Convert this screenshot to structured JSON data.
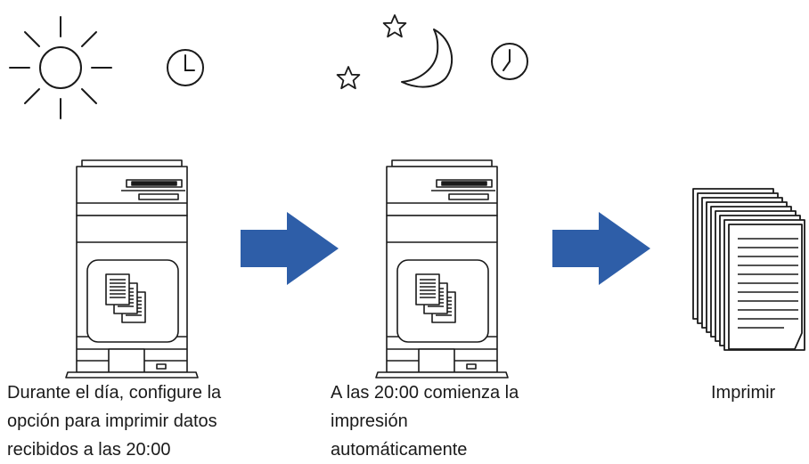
{
  "steps": [
    {
      "icons": [
        "sun-icon",
        "clock-icon"
      ],
      "caption_lines": [
        "Durante el día, configure la",
        "opción para imprimir datos",
        "recibidos a las 20:00"
      ]
    },
    {
      "icons": [
        "star-icon",
        "star-icon",
        "moon-icon",
        "clock-icon"
      ],
      "caption_lines": [
        "A las 20:00 comienza la",
        "impresión",
        "automáticamente"
      ]
    },
    {
      "icons": [
        "printed-pages-icon"
      ],
      "caption_lines": [
        "Imprimir"
      ]
    }
  ],
  "colors": {
    "arrow": "#2e5ea8",
    "line": "#1a1a1a",
    "background": "#ffffff"
  }
}
